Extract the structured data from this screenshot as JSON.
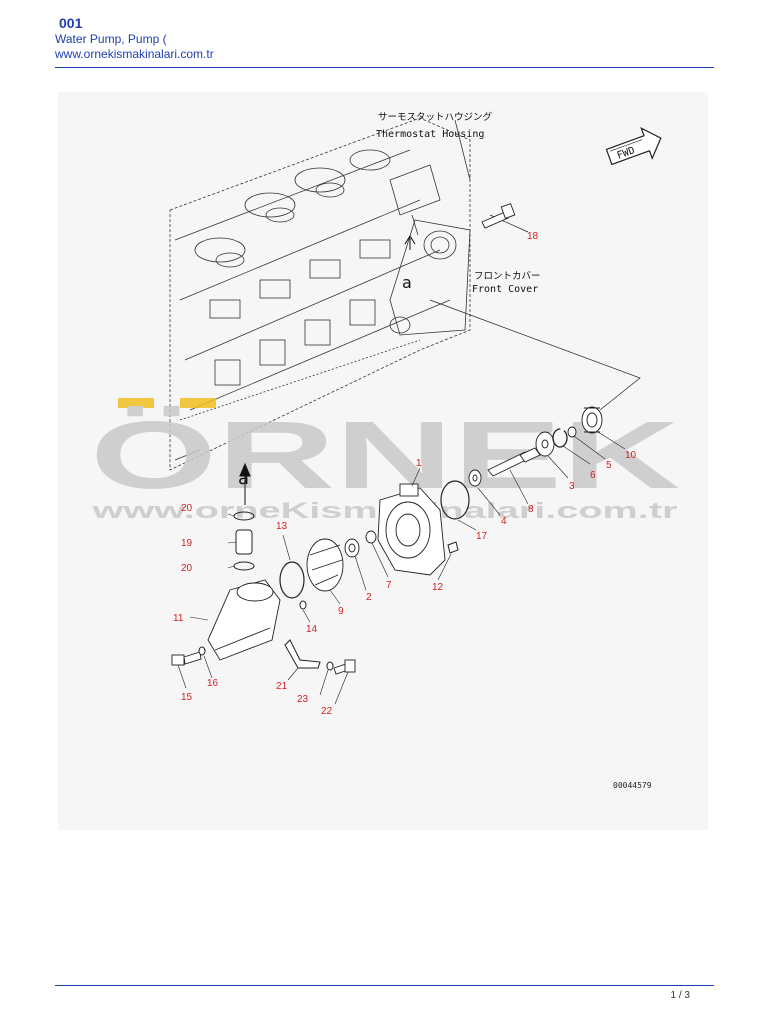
{
  "header": {
    "page_no": "001",
    "title": "Water Pump, Pump (",
    "website": "www.ornekismakinalari.com.tr"
  },
  "watermark": {
    "brand": "ÖRNEK",
    "url": "www.orneKismaKinalari.com.tr",
    "brand_color": "#c9c9c9",
    "accent_color": "#f0c020"
  },
  "diagram": {
    "labels": {
      "thermostat_jp": "サーモスタットハウジング",
      "thermostat_en": "Thermostat Housing",
      "front_cover_jp": "フロントカバー",
      "front_cover_en": "Front Cover",
      "fwd": "FWD",
      "ref_a_top": "a",
      "ref_a_bottom": "a",
      "drawing_code": "00044579"
    },
    "part_numbers": [
      "1",
      "2",
      "3",
      "4",
      "5",
      "6",
      "7",
      "8",
      "9",
      "10",
      "11",
      "12",
      "13",
      "14",
      "15",
      "16",
      "17",
      "18",
      "19",
      "20",
      "20",
      "21",
      "22",
      "23"
    ],
    "callout_color": "#d42020"
  },
  "footer": {
    "page": "1 / 3"
  }
}
